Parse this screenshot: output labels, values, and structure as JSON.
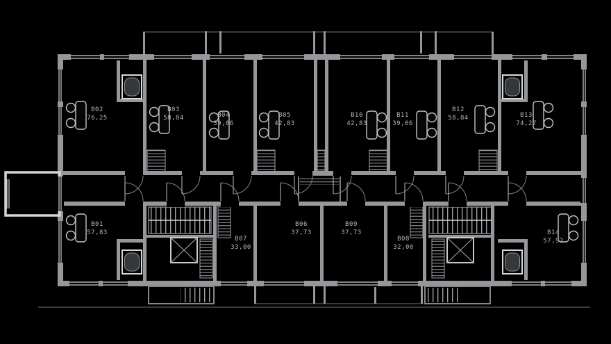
{
  "plan": {
    "type": "residential-floor-plan",
    "background": "#000000",
    "wall_color": "#95979a",
    "line_color": "#ced1d3",
    "label_color": "#b3b6b8"
  },
  "units": [
    {
      "id": "B02",
      "area": "76,25"
    },
    {
      "id": "B03",
      "area": "58,84"
    },
    {
      "id": "B04",
      "area": "39,06"
    },
    {
      "id": "B05",
      "area": "42,83"
    },
    {
      "id": "B10",
      "area": "42,83"
    },
    {
      "id": "B11",
      "area": "39,06"
    },
    {
      "id": "B12",
      "area": "58,84"
    },
    {
      "id": "B13",
      "area": "74,27"
    },
    {
      "id": "B01",
      "area": "57,83"
    },
    {
      "id": "B07",
      "area": "33,00"
    },
    {
      "id": "B06",
      "area": "37,73"
    },
    {
      "id": "B09",
      "area": "37,73"
    },
    {
      "id": "B08",
      "area": "32,00"
    },
    {
      "id": "B14",
      "area": "57,92"
    }
  ],
  "icons": {
    "table-chairs-icon": "rounded rectangle table with two circle chairs",
    "bathtub-icon": "square fixture with inset rounded tub",
    "elevator-icon": "rectangle with X cross",
    "stairs-icon": "hatched step lines",
    "shaft-icon": "hatched duct rectangle",
    "window-icon": "double thin parallel lines in wall gap",
    "door-icon": "quarter-circle swing arc"
  }
}
